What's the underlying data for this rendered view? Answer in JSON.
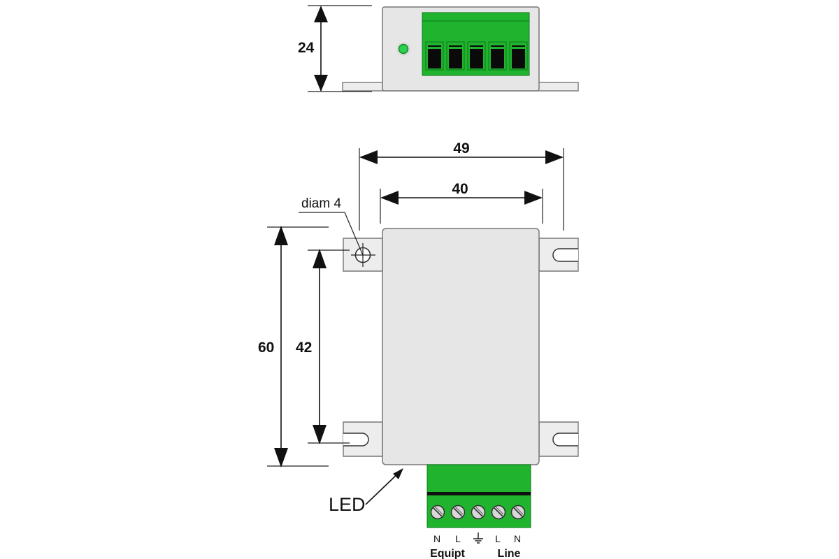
{
  "dimensions": {
    "height_side": "24",
    "overall_width": "49",
    "body_width": "40",
    "overall_height": "60",
    "hole_spacing": "42"
  },
  "callouts": {
    "hole": "diam 4",
    "led": "LED"
  },
  "terminals": {
    "labels": [
      "N",
      "L",
      "",
      "L",
      "N"
    ],
    "ground_icon": "ground-icon",
    "groups": {
      "equipment": "Equipt",
      "line": "Line"
    }
  },
  "colors": {
    "connector_green": "#1fb32e",
    "led_green": "#2bd14e",
    "housing": "#e6e6e6",
    "outline": "#777777"
  }
}
